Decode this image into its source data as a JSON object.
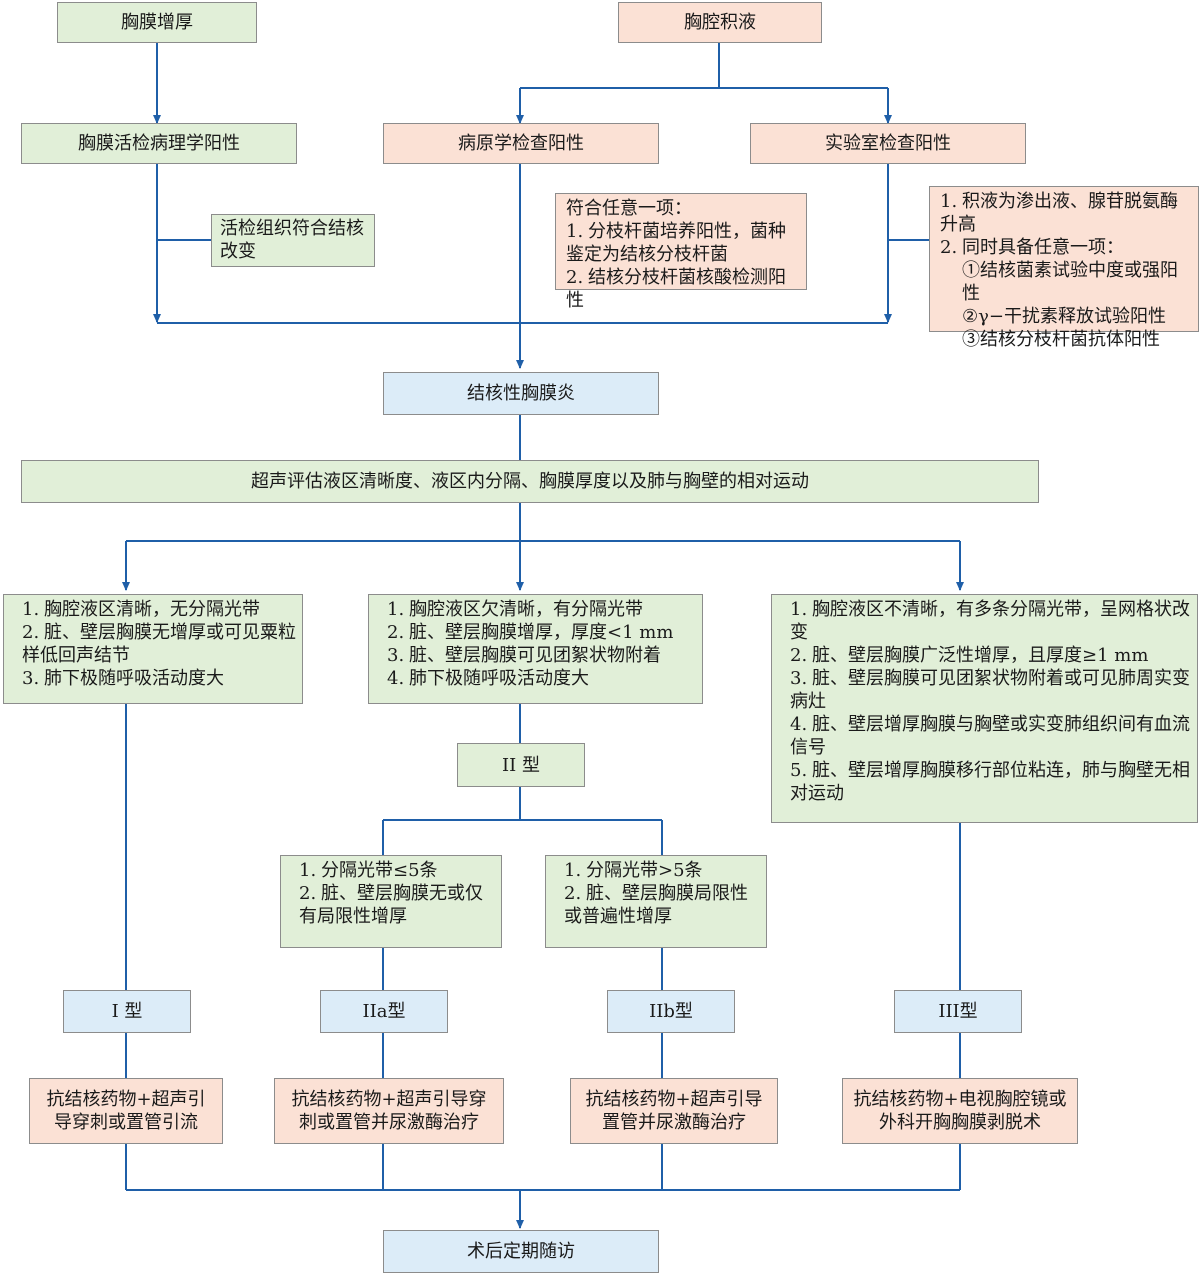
{
  "top": {
    "thickening": "胸膜增厚",
    "effusion": "胸腔积液"
  },
  "level2": {
    "biopsy_positive": "胸膜活检病理学阳性",
    "etiology_positive": "病原学检查阳性",
    "lab_positive": "实验室检查阳性"
  },
  "notes": {
    "biopsy": "活检组织符合结核改变",
    "etiology": {
      "intro": "符合任意一项：",
      "items": [
        "分枝杆菌培养阳性，菌种鉴定为结核分枝杆菌",
        "结核分枝杆菌核酸检测阳性"
      ]
    },
    "lab": {
      "item1": "积液为渗出液、腺苷脱氨酶升高",
      "item2": "同时具备任意一项：",
      "sub": [
        "①结核菌素试验中度或强阳性",
        "②γ−干扰素释放试验阳性",
        "③结核分枝杆菌抗体阳性"
      ]
    }
  },
  "diagnosis": "结核性胸膜炎",
  "ultrasound_eval": "超声评估液区清晰度、液区内分隔、胸膜厚度以及肺与胸壁的相对运动",
  "criteria": {
    "left": [
      "胸腔液区清晰，无分隔光带",
      "脏、壁层胸膜无增厚或可见粟粒样低回声结节",
      "肺下极随呼吸活动度大"
    ],
    "middle": [
      "胸腔液区欠清晰，有分隔光带",
      "脏、壁层胸膜增厚，厚度<1 mm",
      "脏、壁层胸膜可见团絮状物附着",
      "肺下极随呼吸活动度大"
    ],
    "right": [
      "胸腔液区不清晰，有多条分隔光带，呈网格状改变",
      "脏、壁层胸膜广泛性增厚，且厚度≥1 mm",
      "脏、壁层胸膜可见团絮状物附着或可见肺周实变病灶",
      "脏、壁层增厚胸膜与胸壁或实变肺组织间有血流信号",
      "脏、壁层增厚胸膜移行部位粘连，肺与胸壁无相对运动"
    ]
  },
  "type2": "II 型",
  "sub_criteria": {
    "a": [
      "分隔光带≤5条",
      "脏、壁层胸膜无或仅有局限性增厚"
    ],
    "b": [
      "分隔光带>5条",
      "脏、壁层胸膜局限性或普遍性增厚"
    ]
  },
  "types": {
    "t1": "I 型",
    "t2a": "IIa型",
    "t2b": "IIb型",
    "t3": "III型"
  },
  "treatments": {
    "t1": "抗结核药物+超声引导穿刺或置管引流",
    "t2a": "抗结核药物+超声引导穿刺或置管并尿激酶治疗",
    "t2b": "抗结核药物+超声引导置管并尿激酶治疗",
    "t3": "抗结核药物+电视胸腔镜或外科开胸胸膜剥脱术"
  },
  "followup": "术后定期随访",
  "colors": {
    "line": "#1f5fa8",
    "green": "#e1efd8",
    "pink": "#fbe1d5",
    "blue": "#dcecf8"
  }
}
